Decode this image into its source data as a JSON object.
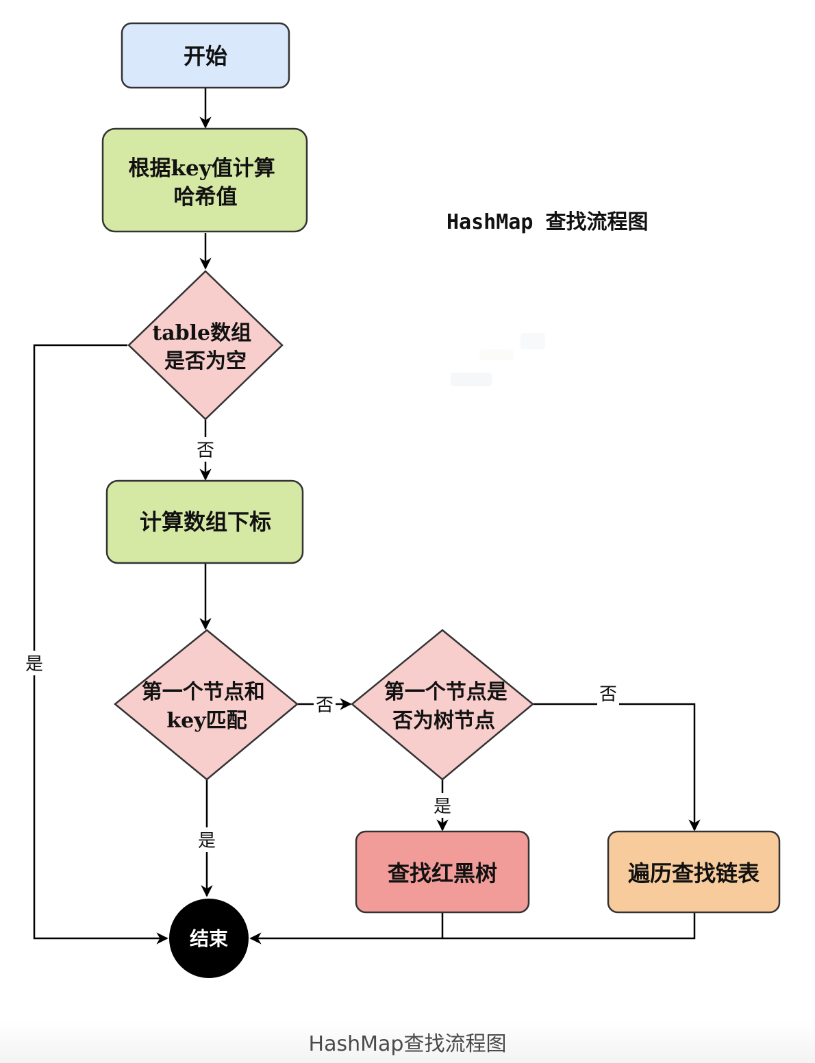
{
  "diagram_title": "HashMap 查找流程图",
  "caption": "HashMap查找流程图",
  "nodes": {
    "start": {
      "lines": [
        "开始"
      ],
      "color": "#dae8fc"
    },
    "hash": {
      "lines": [
        "根据key值计算",
        "哈希值"
      ],
      "color": "#d5e8a4"
    },
    "table_empty": {
      "lines": [
        "table数组",
        "是否为空"
      ],
      "color": "#f8cecc"
    },
    "index": {
      "lines": [
        "计算数组下标"
      ],
      "color": "#d5e8a4"
    },
    "first_match": {
      "lines": [
        "第一个节点和",
        "key匹配"
      ],
      "color": "#f8cecc"
    },
    "is_tree": {
      "lines": [
        "第一个节点是",
        "否为树节点"
      ],
      "color": "#f8cecc"
    },
    "rb_tree": {
      "lines": [
        "查找红黑树"
      ],
      "color": "#f19c99"
    },
    "linked_list": {
      "lines": [
        "遍历查找链表"
      ],
      "color": "#f7cb9c"
    },
    "end": {
      "lines": [
        "结束"
      ],
      "color": "#000000"
    }
  },
  "edge_labels": {
    "table_empty_no": "否",
    "table_empty_yes": "是",
    "first_match_no": "否",
    "first_match_yes": "是",
    "is_tree_yes": "是",
    "is_tree_no": "否"
  }
}
